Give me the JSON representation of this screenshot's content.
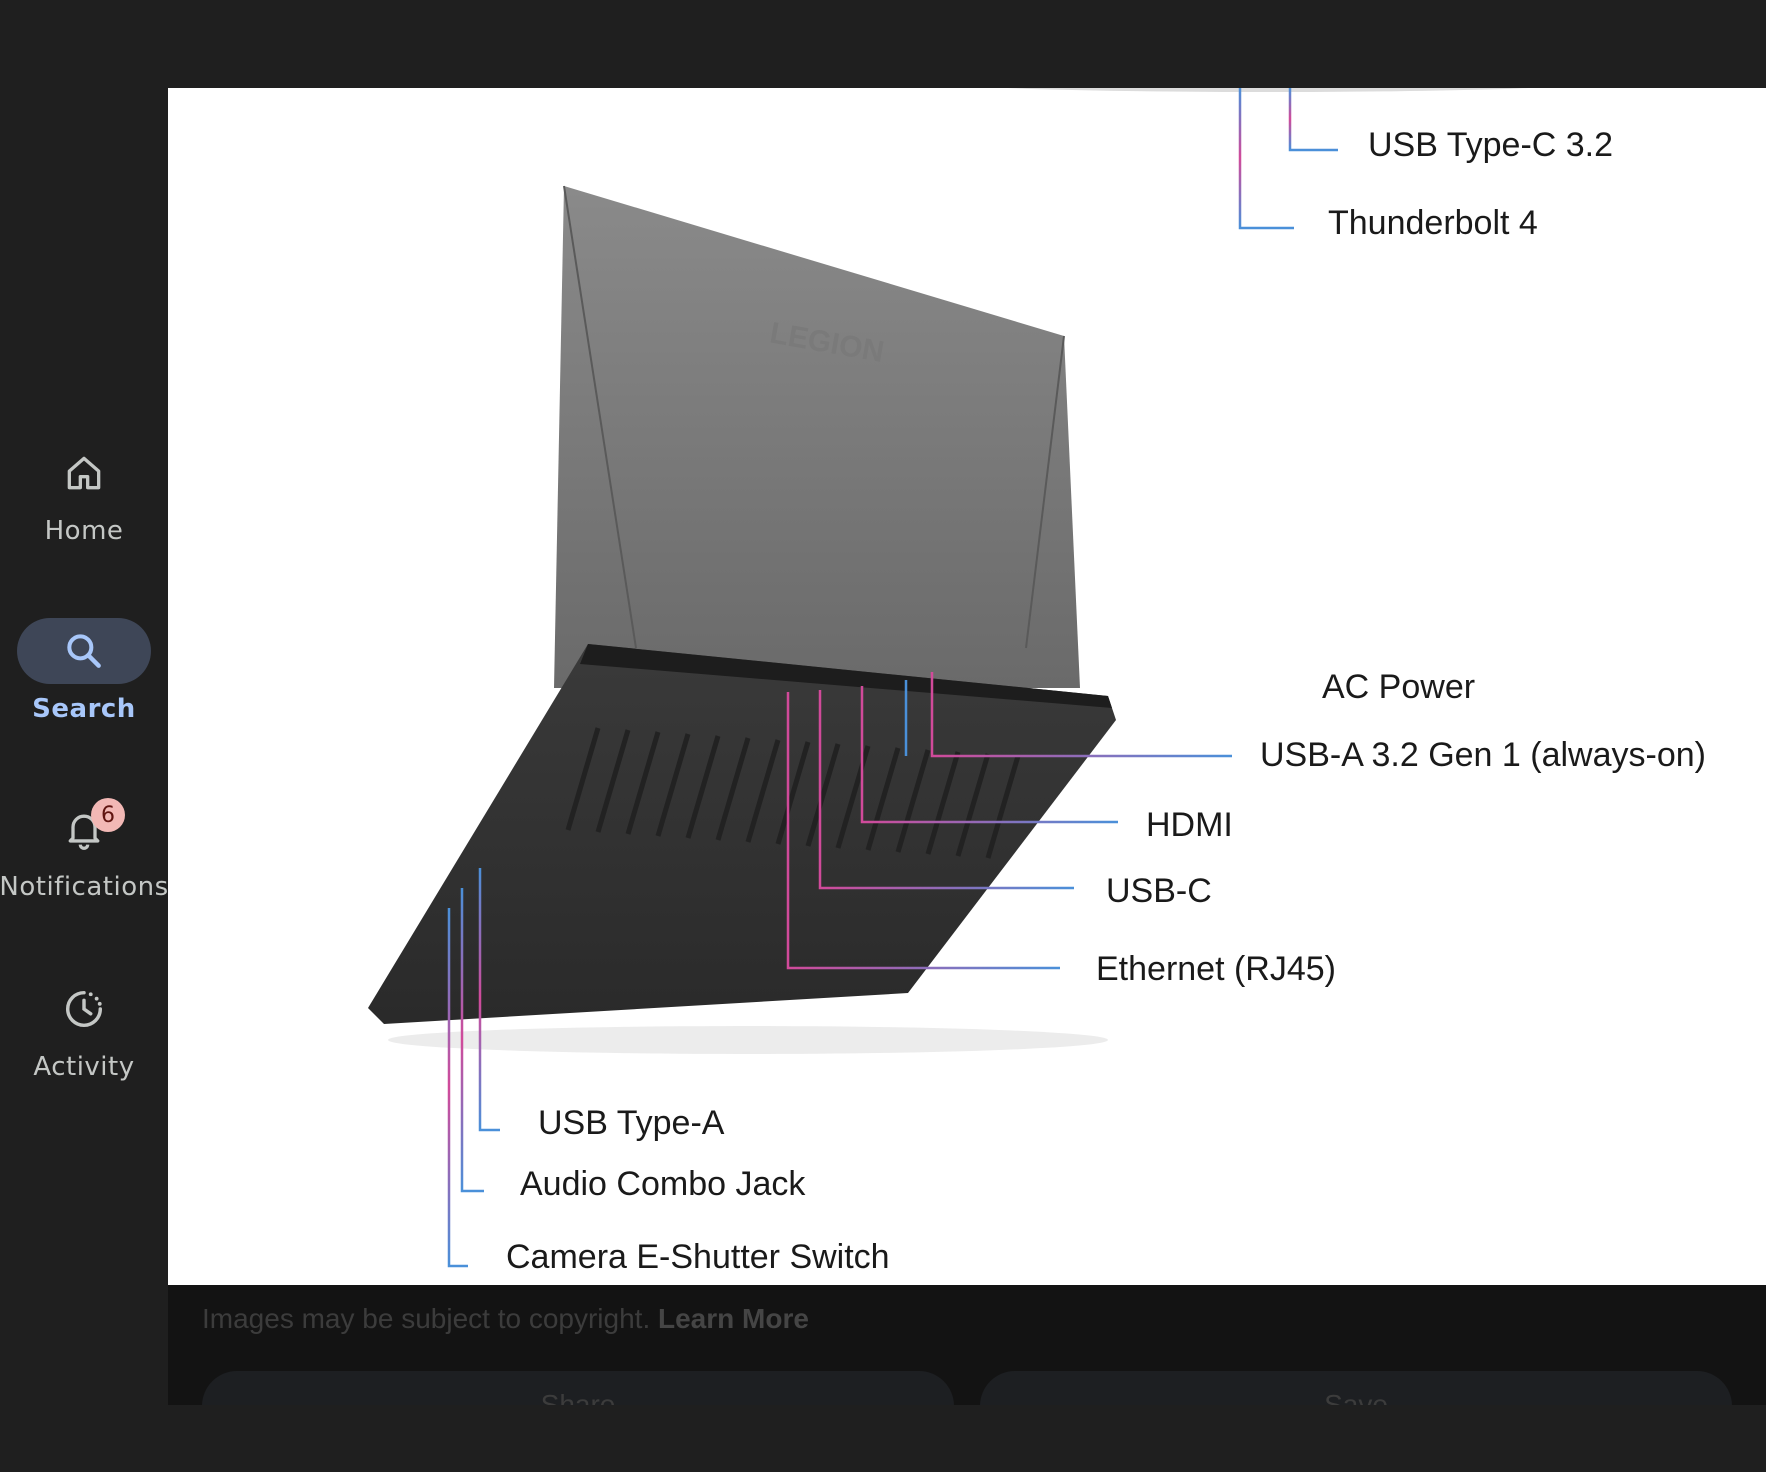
{
  "nav": {
    "items": [
      {
        "label": "Home",
        "icon": "home-icon",
        "active": false
      },
      {
        "label": "Search",
        "icon": "search-icon",
        "active": true
      },
      {
        "label": "Notifications",
        "icon": "bell-icon",
        "active": false,
        "badge": "6"
      },
      {
        "label": "Activity",
        "icon": "activity-icon",
        "active": false
      }
    ]
  },
  "image": {
    "logo_text": "LEGION",
    "callouts": {
      "usb_type_c_32": "USB Type-C 3.2",
      "thunderbolt_4": "Thunderbolt 4",
      "ac_power": "AC Power",
      "usb_a_32_gen1": "USB-A 3.2 Gen 1 (always-on)",
      "hdmi": "HDMI",
      "usb_c": "USB-C",
      "ethernet": "Ethernet (RJ45)",
      "usb_type_a": "USB Type-A",
      "audio_combo_jack": "Audio Combo Jack",
      "camera_shutter": "Camera E-Shutter Switch"
    }
  },
  "footer": {
    "copyright": "Images may be subject to copyright.",
    "learn_more": "Learn More",
    "share_label": "Share",
    "save_label": "Save"
  },
  "colors": {
    "accent": "#a8c7fa",
    "active_pill": "#3e4657",
    "badge": "#f2b8b5"
  }
}
